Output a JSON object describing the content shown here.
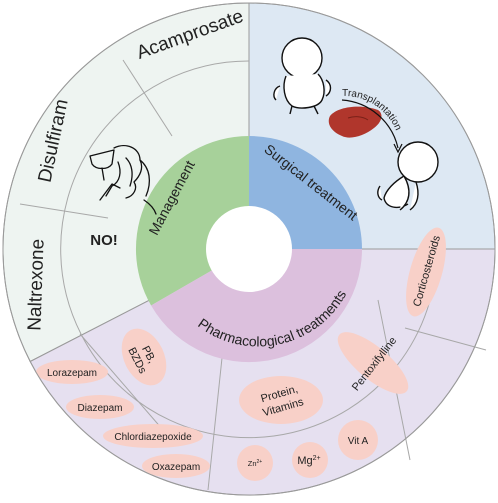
{
  "center_wedges": {
    "management": "Management",
    "surgical": "Surgical treatment",
    "pharmacological": "Pharmacological treatments"
  },
  "management_ring": {
    "acamprosate": "Acamprosate",
    "disulfiram": "Disulfiram",
    "naltrexone": "Naltrexone",
    "no_label": "NO!"
  },
  "surgical_ring": {
    "transplantation": "Transplantation"
  },
  "pharmacological_ring": {
    "corticosteroids": "Corticosteroids",
    "pentoxifylline": "Pentoxifylline",
    "pb_bzds_line1": "PB,",
    "pb_bzds_line2": "BZDs",
    "lorazepam": "Lorazepam",
    "diazepam": "Diazepam",
    "chlordiazepoxide": "Chlordiazepoxide",
    "oxazepam": "Oxazepam",
    "protein_line1": "Protein,",
    "protein_line2": "Vitamins",
    "zn": "Zn",
    "zn_sup": "2+",
    "mg": "Mg",
    "mg_sup": "2+",
    "vit_a": "Vit A"
  },
  "colors": {
    "management_inner": "#a7d19a",
    "surgical_inner": "#8fb5e0",
    "pharma_inner": "#dcc0dd",
    "management_outer": "#eef4f1",
    "surgical_outer": "#dde8f3",
    "pharma_outer": "#e6e0f0",
    "pill": "#f8d0c8",
    "liver": "#b0362c",
    "ring_stroke": "#9a9a9a"
  }
}
